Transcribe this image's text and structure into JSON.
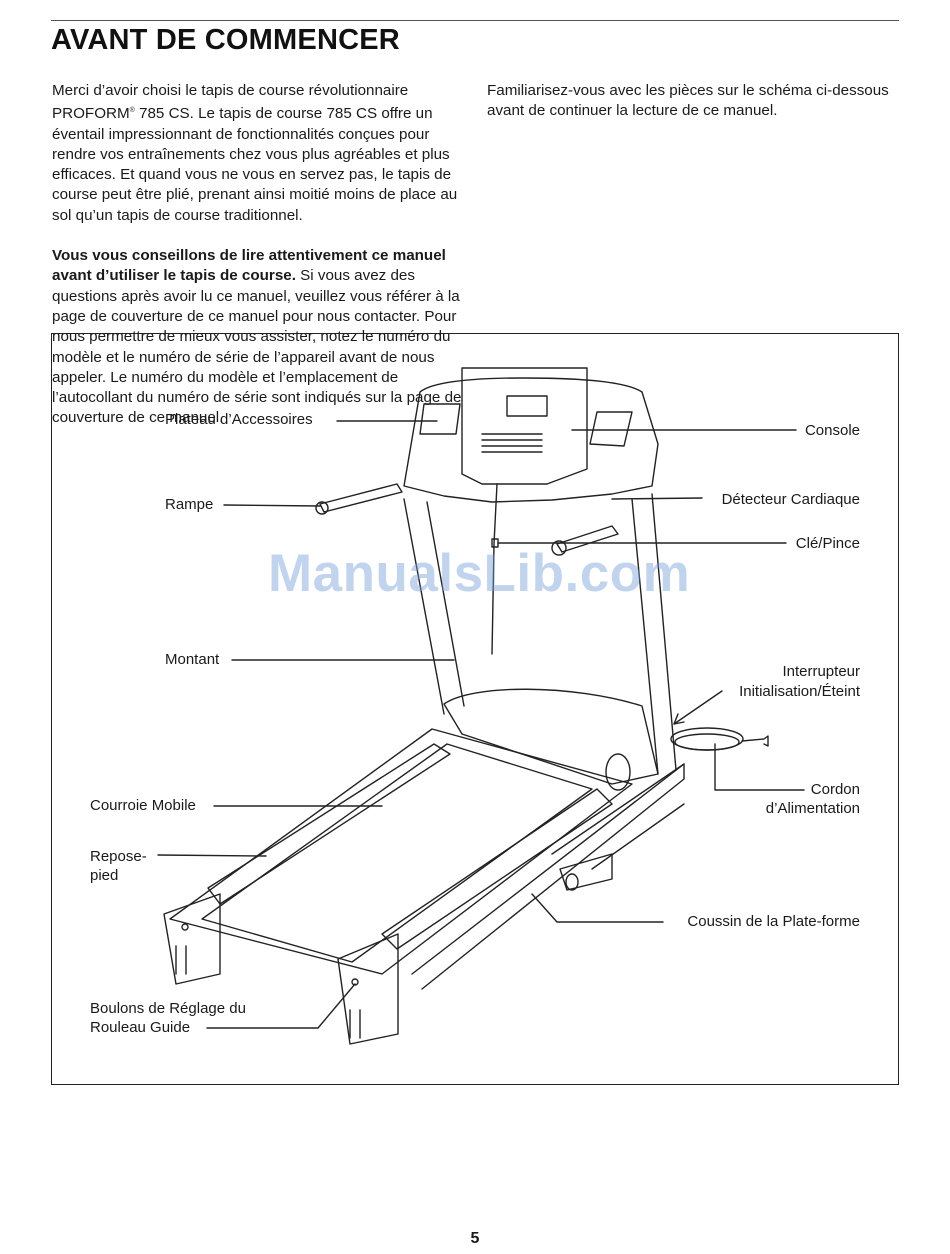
{
  "title": "AVANT DE COMMENCER",
  "intro": {
    "p1_a": "Merci d’avoir choisi le tapis de course révolutionnaire PROFORM",
    "p1_reg": "®",
    "p1_b": " 785 CS. Le tapis de course 785 CS offre un éventail impressionnant de fonctionnalités conçues pour rendre vos entraînements chez vous plus agréables et plus efficaces. Et quand vous ne vous en servez pas, le tapis de course peut être plié, prenant ainsi moitié moins de place au sol qu’un tapis de course traditionnel.",
    "p2_bold": "Vous vous conseillons de lire attentivement ce manuel avant d’utiliser le tapis de course.",
    "p2_rest": " Si vous avez des questions après avoir lu ce manuel, veuillez vous référer à la page de couverture de ce manuel pour nous contacter. Pour nous permettre de mieux vous assister, notez le numéro du modèle et le numéro de série de l’appareil avant de nous appeler. Le numéro du modèle et l’emplacement de l’autocollant du numéro de série sont indiqués sur la page de couverture de ce manuel.",
    "p3": "Familiarisez-vous avec les pièces sur le schéma ci-dessous avant de continuer la lecture de ce manuel."
  },
  "diagram": {
    "labels": {
      "accessory_tray": "Plateau d’Accessoires",
      "handrail": "Rampe",
      "upright": "Montant",
      "walking_belt": "Courroie Mobile",
      "foot_rail": "Repose-\npied",
      "idler_bolts_1": "Boulons de Réglage du",
      "idler_bolts_2": "Rouleau Guide",
      "console": "Console",
      "pulse_sensor": "Détecteur Cardiaque",
      "key_clip": "Clé/Pince",
      "reset_switch_1": "Interrupteur",
      "reset_switch_2": "Initialisation/Éteint",
      "power_cord_1": "Cordon",
      "power_cord_2": "d’Alimentation",
      "platform_cushion": "Coussin de la Plate-forme"
    }
  },
  "watermark": "ManualsLib.com",
  "page_number": "5"
}
